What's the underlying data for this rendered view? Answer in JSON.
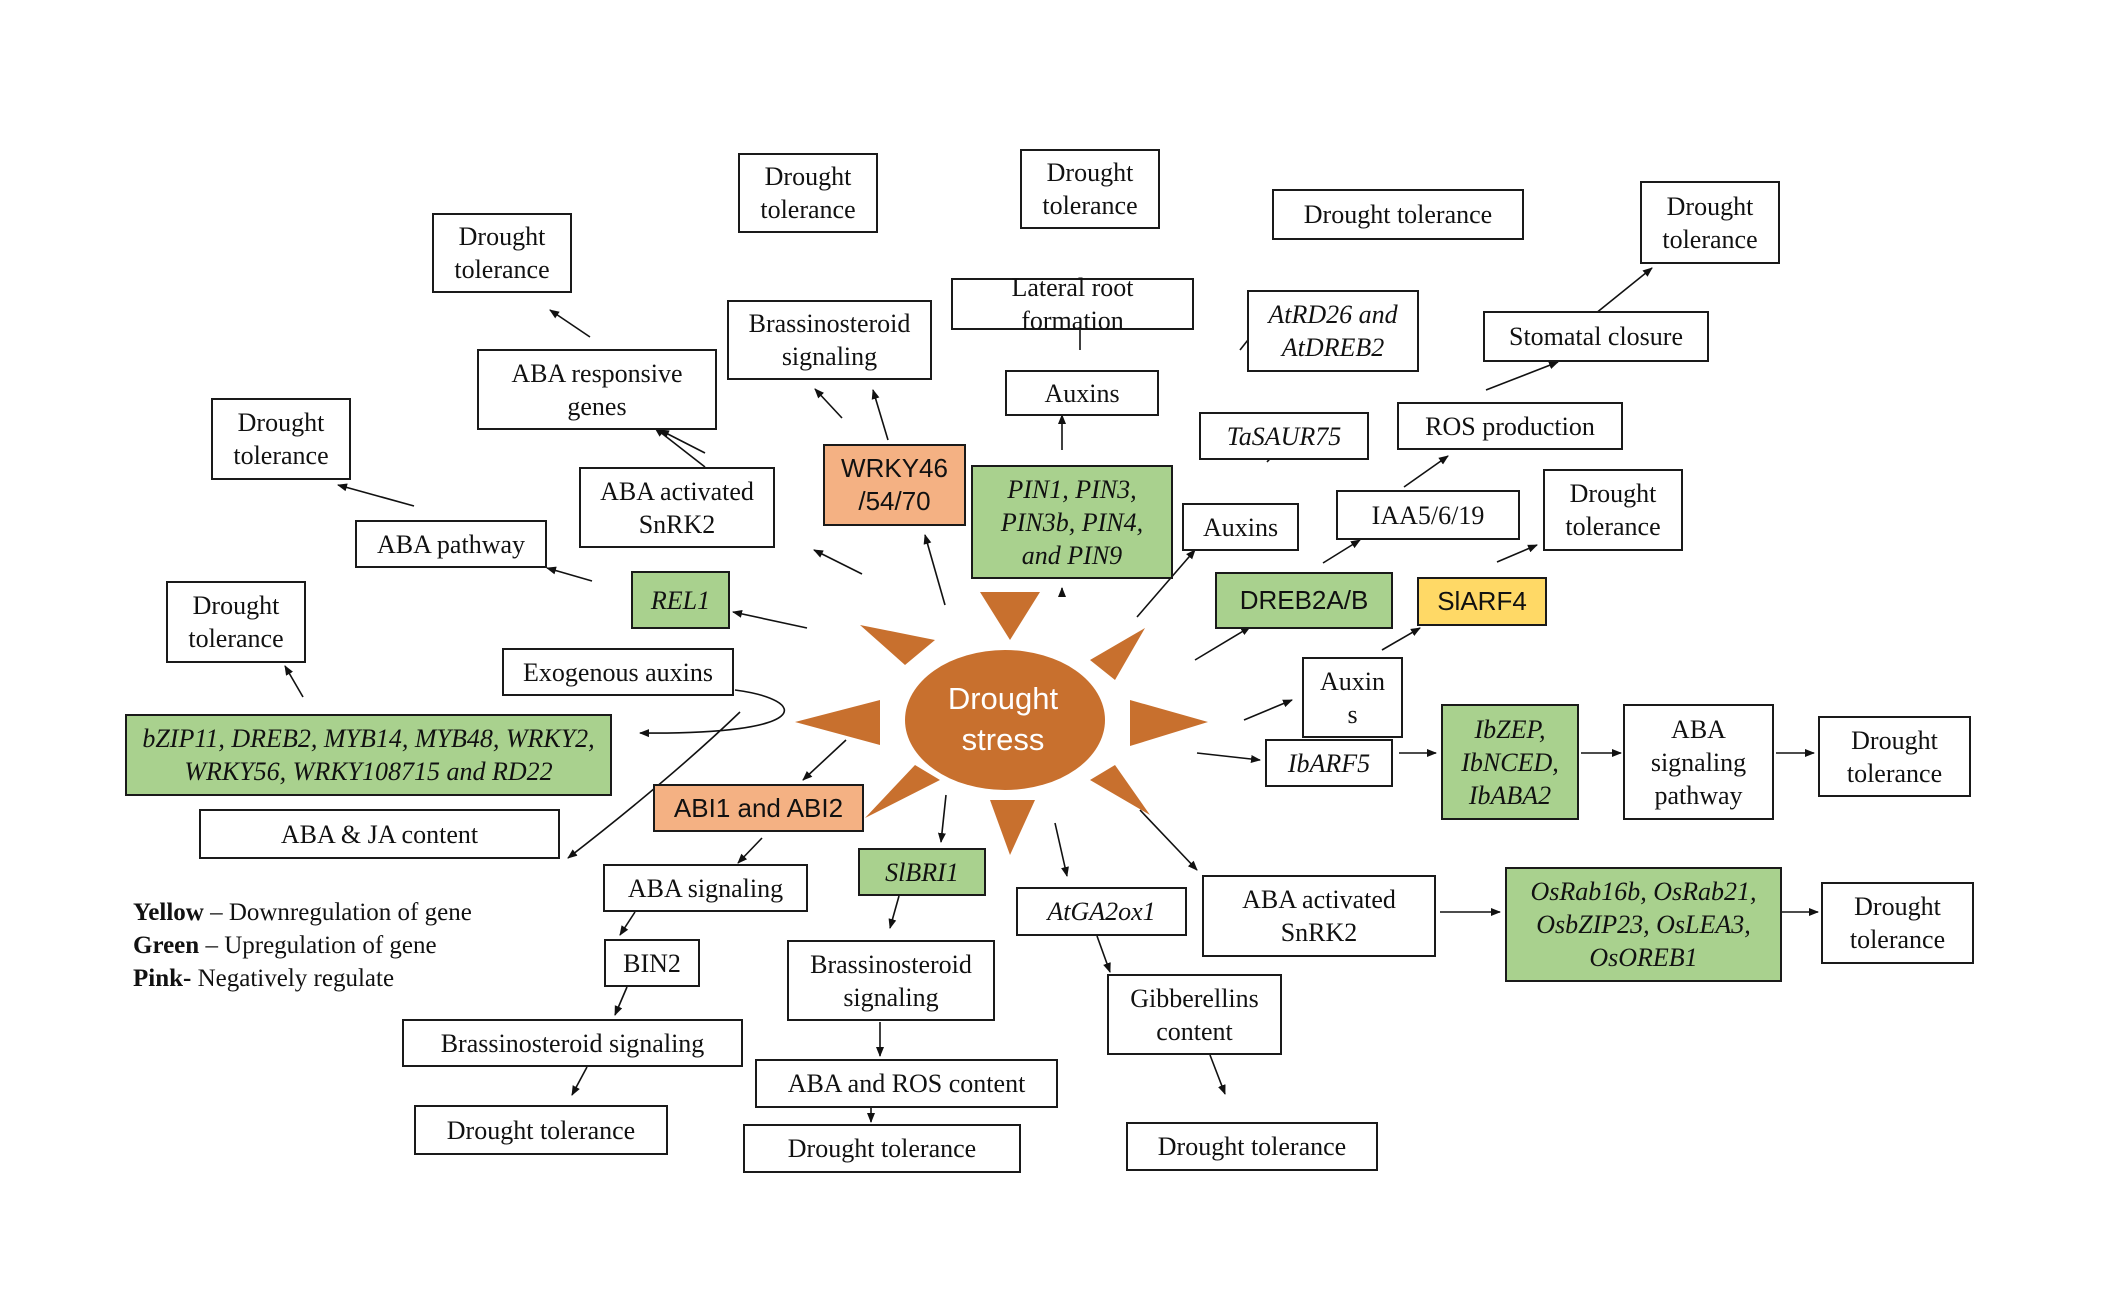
{
  "colors": {
    "sun": "#c8702e",
    "green": "#a9d18e",
    "pink": "#f4b183",
    "yellow": "#ffd966",
    "border": "#1a1a1a"
  },
  "center": {
    "label": "Drought\nstress"
  },
  "nodes": {
    "dt_top_left": "Drought\ntolerance",
    "dt_top_mid": "Drought\ntolerance",
    "dt_top_center": "Drought\ntolerance",
    "dt_top_right": "Drought tolerance",
    "dt_far_top_right": "Drought\ntolerance",
    "dt_left": "Drought\ntolerance",
    "dt_left_low": "Drought\ntolerance",
    "aba_responsive_genes": "ABA responsive\ngenes",
    "brassinosteroid_top": "Brassinosteroid\nsignaling",
    "lateral_root": "Lateral root formation",
    "atrd26": "AtRD26 and\nAtDREB2",
    "stomatal_closure": "Stomatal closure",
    "auxins_top": "Auxins",
    "tasaur75": "TaSAUR75",
    "ros_production": "ROS production",
    "aba_pathway": "ABA pathway",
    "aba_snrk2_top": "ABA activated\nSnRK2",
    "wrky46": "WRKY46\n/54/70",
    "pin_genes": "PIN1, PIN3,\nPIN3b, PIN4,\nand PIN9",
    "auxins_right": "Auxins",
    "iaa": "IAA5/6/19",
    "dt_slarf4": "Drought\ntolerance",
    "rel1": "REL1",
    "dreb2ab": "DREB2A/B",
    "slarf4": "SlARF4",
    "exogenous_auxins": "Exogenous auxins",
    "auxins_mid": "Auxin\ns",
    "bzip_genes": "bZIP11, DREB2, MYB14, MYB48, WRKY2,\nWRKY56, WRKY108715 and RD22",
    "ibarf5": "IbARF5",
    "ibzep": "IbZEP,\nIbNCED,\nIbABA2",
    "aba_signaling_pathway": "ABA\nsignaling\npathway",
    "dt_right_mid": "Drought\ntolerance",
    "aba_ja_content": "ABA & JA content",
    "abi": "ABI1 and ABI2",
    "aba_signaling": "ABA signaling",
    "slbri1": "SlBRI1",
    "atga2ox1": "AtGA2ox1",
    "aba_snrk2_bottom": "ABA activated\nSnRK2",
    "osrab": "OsRab16b, OsRab21,\nOsbZIP23, OsLEA3,\nOsOREB1",
    "dt_right_low": "Drought\ntolerance",
    "bin2": "BIN2",
    "brassinosteroid_mid": "Brassinosteroid\nsignaling",
    "gibberellins": "Gibberellins\ncontent",
    "brassinosteroid_low": "Brassinosteroid signaling",
    "aba_ros": "ABA and ROS content",
    "dt_bottom_left": "Drought tolerance",
    "dt_bottom_mid": "Drought tolerance",
    "dt_bottom_right": "Drought tolerance"
  },
  "legend": [
    {
      "key": "Yellow",
      "text": " – Downregulation of gene"
    },
    {
      "key": "Green",
      "text": " – Upregulation of gene"
    },
    {
      "key": "Pink-",
      "text": " Negatively regulate"
    }
  ]
}
